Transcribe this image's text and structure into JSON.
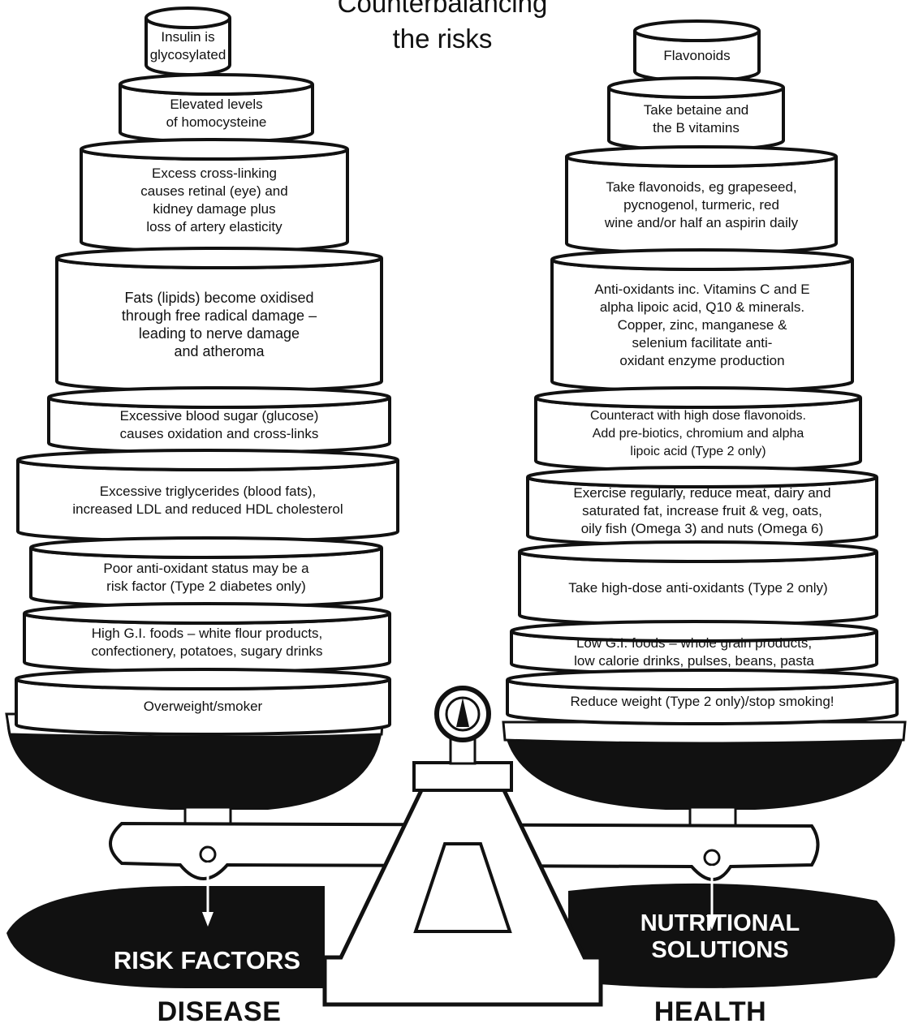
{
  "title": {
    "line1": "Counterbalancing",
    "line2": "the risks"
  },
  "left_stack": {
    "label": "RISK FACTORS",
    "outcome": "DISEASE",
    "tiers": [
      "Insulin is\nglycosylated",
      "Elevated levels\nof homocysteine",
      "Excess cross-linking\ncauses retinal (eye) and\nkidney damage plus\nloss of artery elasticity",
      "Fats (lipids) become oxidised\nthrough free radical damage –\nleading to nerve damage\nand atheroma",
      "Excessive blood sugar (glucose)\ncauses oxidation and cross-links",
      "Excessive triglycerides (blood fats),\nincreased LDL and reduced HDL cholesterol",
      "Poor anti-oxidant status may be a\nrisk factor (Type 2 diabetes only)",
      "High G.I. foods – white flour products,\nconfectionery, potatoes, sugary drinks",
      "Overweight/smoker"
    ]
  },
  "right_stack": {
    "label": "NUTRITIONAL\nSOLUTIONS",
    "outcome": "HEALTH",
    "tiers": [
      "Flavonoids",
      "Take betaine and\nthe B vitamins",
      "Take flavonoids, eg grapeseed,\npycnogenol, turmeric, red\nwine and/or half an aspirin daily",
      "Anti-oxidants inc. Vitamins C and E\nalpha lipoic acid, Q10 & minerals.\nCopper, zinc, manganese &\nselenium facilitate anti-\noxidant enzyme  production",
      "Counteract  with  high dose flavonoids.\nAdd pre-biotics, chromium and alpha\nlipoic acid (Type 2 only)",
      "Exercise regularly, reduce meat, dairy and\nsaturated fat, increase fruit & veg, oats,\noily fish (Omega 3) and nuts (Omega 6)",
      "Take high-dose anti-oxidants (Type 2 only)",
      "Low G.I. foods – whole grain products,\nlow calorie drinks, pulses, beans, pasta",
      "Reduce weight (Type 2 only)/stop smoking!"
    ]
  }
}
